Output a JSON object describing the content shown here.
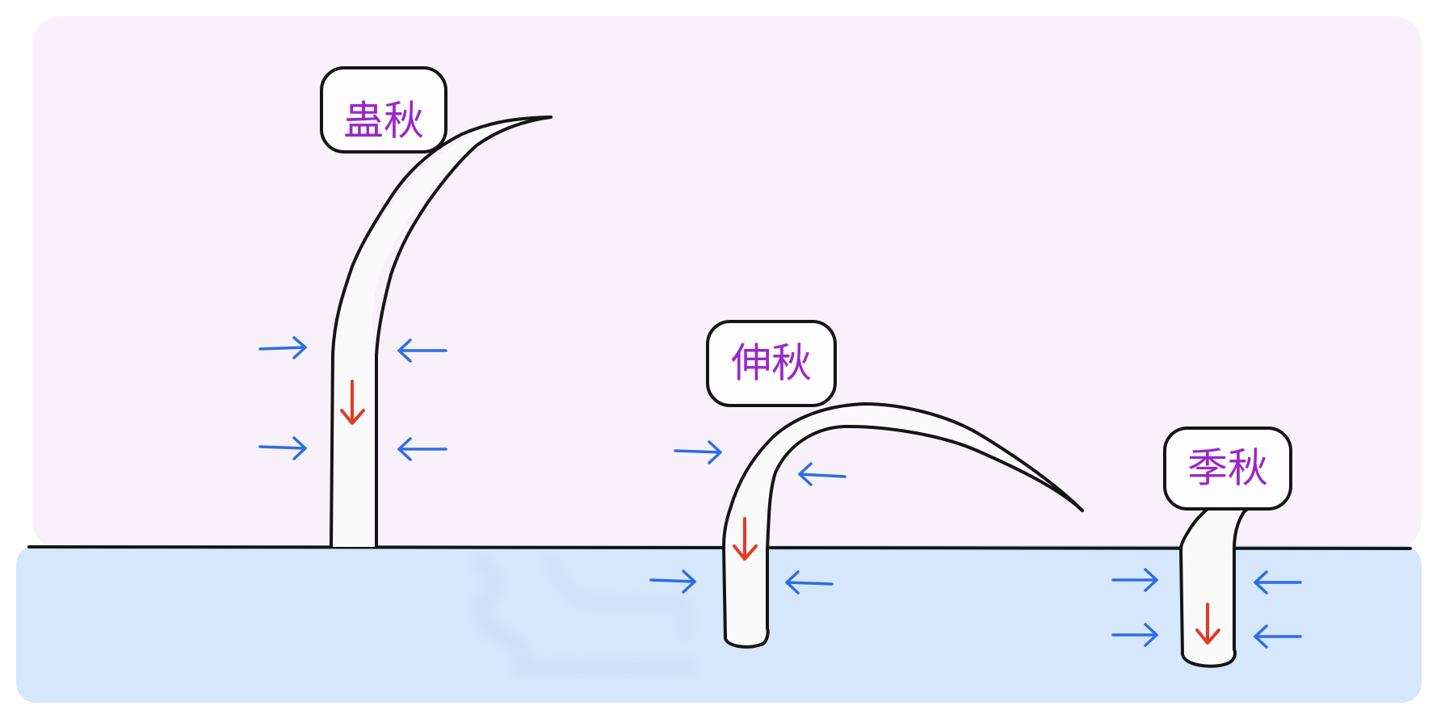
{
  "diagram": {
    "labels": {
      "left": "蛊秋",
      "middle": "伸秋",
      "right": "季秋"
    },
    "colors": {
      "sky": "#f8f1fa",
      "water": "#d6e6fb",
      "label_text": "#9a27c9",
      "outline": "#151515",
      "pressure_arrows": "#2b6ee6",
      "downward_arrows": "#e23b23"
    },
    "icons": {
      "pressure_arrow": "horizontal-arrow",
      "downward_arrow": "down-arrow"
    }
  }
}
